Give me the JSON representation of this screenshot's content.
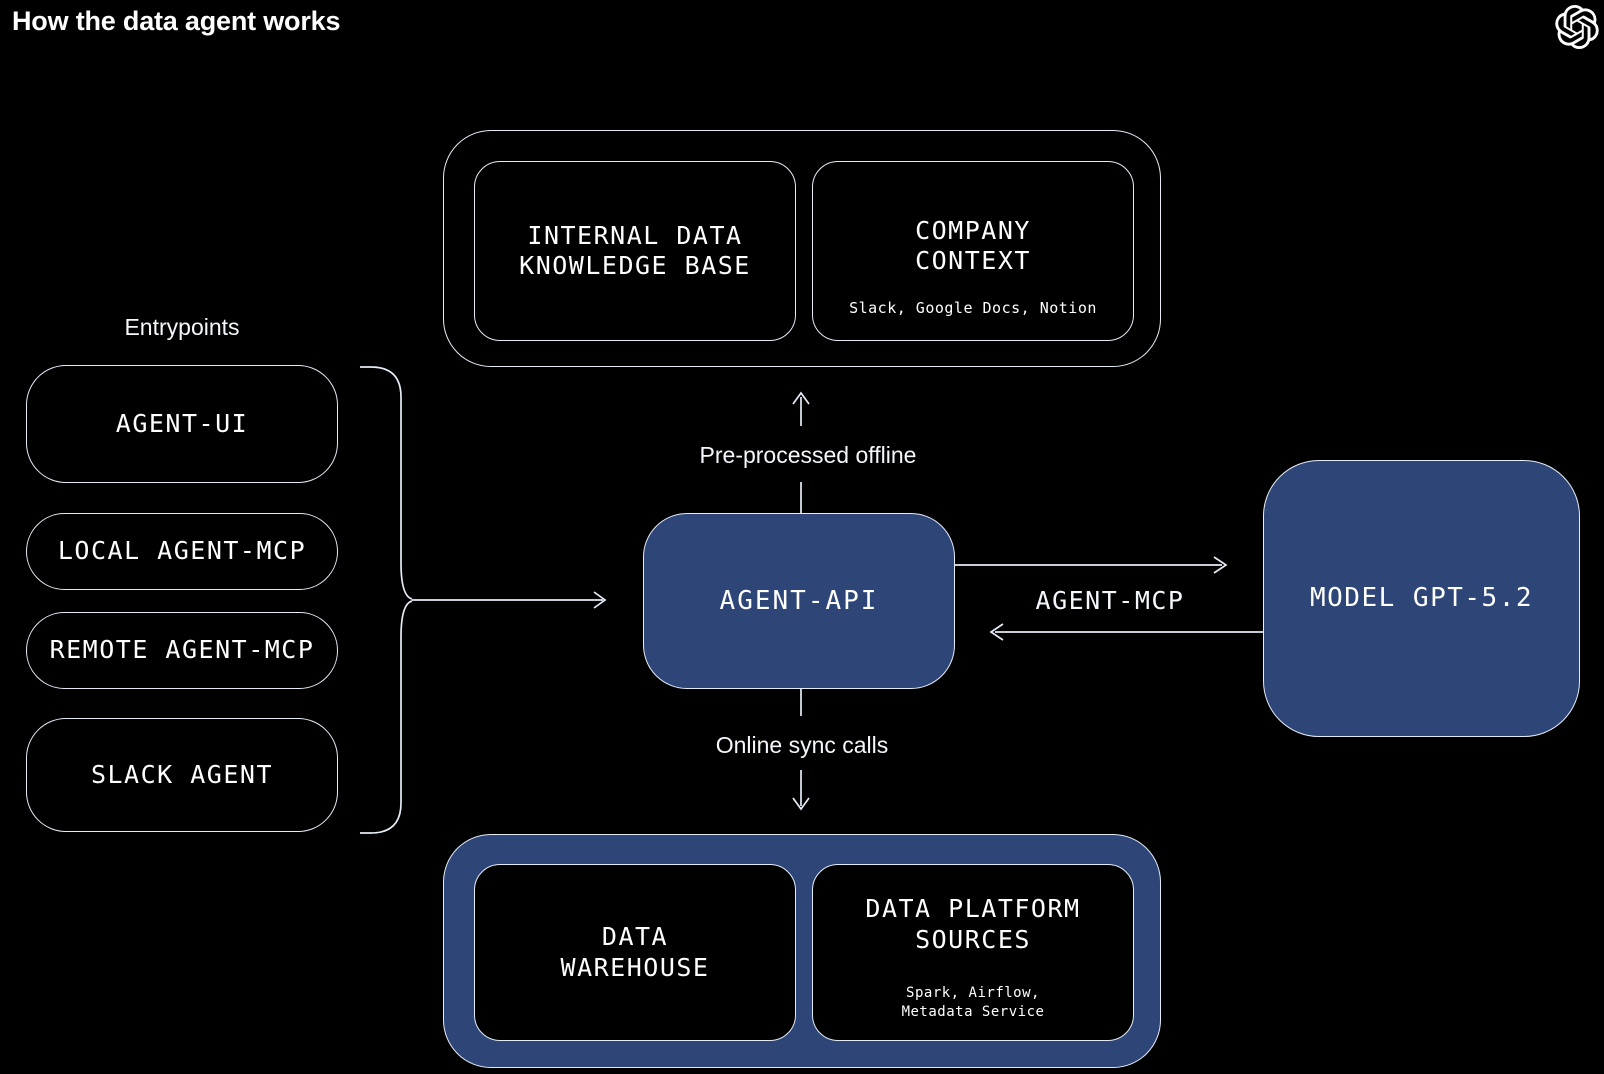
{
  "header": {
    "title": "How the data agent works",
    "logo": "openai-logo"
  },
  "colors": {
    "background": "#000000",
    "node_blue": "#2d4577",
    "line": "#e5ecf7",
    "text": "#ffffff"
  },
  "entrypoints": {
    "label": "Entrypoints",
    "items": [
      {
        "label": "AGENT-UI"
      },
      {
        "label": "LOCAL AGENT-MCP"
      },
      {
        "label": "REMOTE AGENT-MCP"
      },
      {
        "label": "SLACK AGENT"
      }
    ]
  },
  "knowledge_group": {
    "boxes": [
      {
        "line1": "INTERNAL DATA",
        "line2": "KNOWLEDGE BASE"
      },
      {
        "line1": "COMPANY",
        "line2": "CONTEXT",
        "subtitle": "Slack, Google Docs, Notion"
      }
    ]
  },
  "agent_api": {
    "label": "AGENT-API"
  },
  "model": {
    "line1": "MODEL",
    "line2": "GPT-5.2"
  },
  "flows": {
    "preprocessed_label": "Pre-processed offline",
    "online_label": "Online sync calls",
    "mcp_label": "AGENT-MCP"
  },
  "data_group": {
    "boxes": [
      {
        "line1": "DATA",
        "line2": "WAREHOUSE"
      },
      {
        "line1": "DATA PLATFORM",
        "line2": "SOURCES",
        "subtitle1": "Spark, Airflow,",
        "subtitle2": "Metadata Service"
      }
    ]
  }
}
